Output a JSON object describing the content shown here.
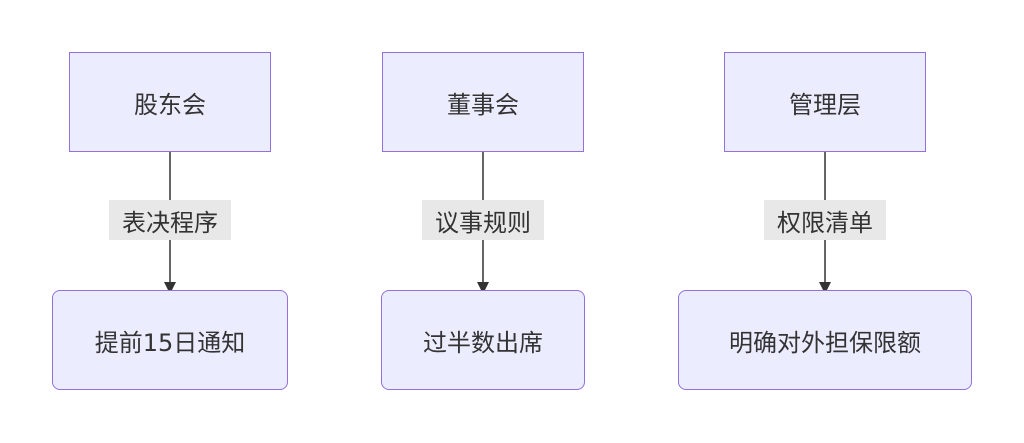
{
  "colors": {
    "node_fill": "#ececff",
    "node_border": "#9370db",
    "edge": "#333333",
    "label_bg": "#e8e8e8",
    "text": "#333333"
  },
  "columns": [
    {
      "top": "股东会",
      "edge_label": "表决程序",
      "bottom": "提前15日通知"
    },
    {
      "top": "董事会",
      "edge_label": "议事规则",
      "bottom": "过半数出席"
    },
    {
      "top": "管理层",
      "edge_label": "权限清单",
      "bottom": "明确对外担保限额"
    }
  ]
}
